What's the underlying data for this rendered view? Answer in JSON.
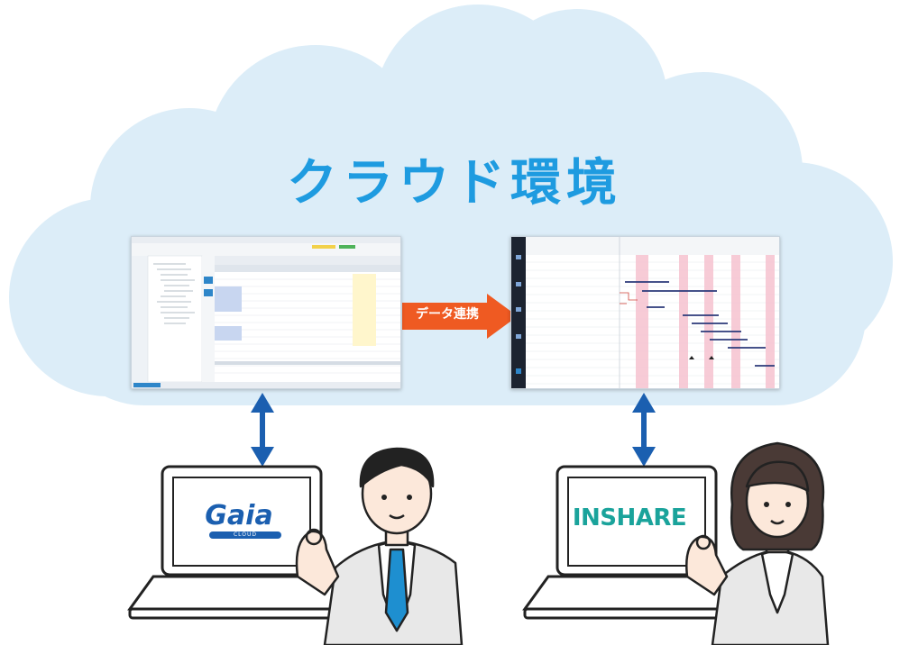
{
  "title": "クラウド環境",
  "connector": {
    "label": "データ連携"
  },
  "left_system": {
    "logo_text": "Gaia",
    "logo_sub": "CLOUD"
  },
  "right_system": {
    "logo_text": "INSHARE"
  },
  "colors": {
    "cloud": "#dcedf8",
    "title": "#1e9be0",
    "arrow": "#ef5a22",
    "link_arrow": "#1b5fb0",
    "gaia": "#1b5fb0",
    "inshare": "#1aa39b",
    "gantt_highlight": "#f7c6d2"
  },
  "icons": [
    "double-arrow-icon",
    "data-transfer-arrow-icon",
    "laptop-icon",
    "businessman-icon",
    "businesswoman-icon"
  ]
}
